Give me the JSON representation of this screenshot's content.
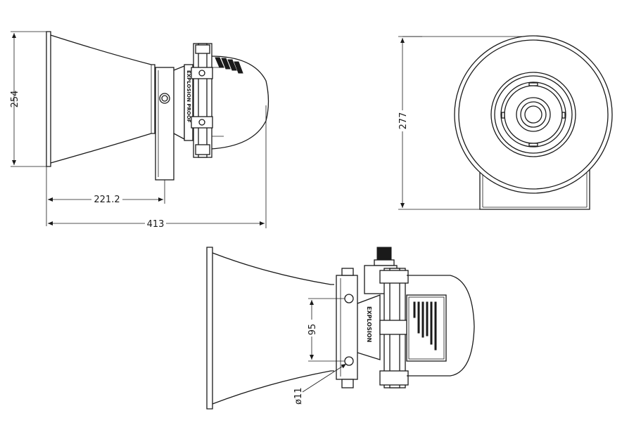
{
  "dimensions": {
    "height_front": "254",
    "height_rear": "277",
    "mount_offset": "221.2",
    "overall_length": "413",
    "hole_spacing": "95",
    "hole_diameter": "ø11"
  }
}
